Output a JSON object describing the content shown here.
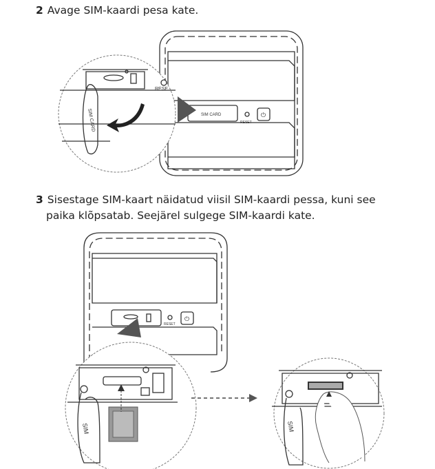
{
  "steps": [
    {
      "number": "2",
      "text": "Avage SIM-kaardi pesa kate."
    },
    {
      "number": "3",
      "line1": "Sisestage SIM-kaart näidatud viisil SIM-kaardi pessa, kuni see",
      "line2": "paika klõpsatab. Seejärel sulgege SIM-kaardi kate."
    }
  ],
  "illustration_labels": {
    "sim_card": "SIM CARD",
    "reset": "RESET",
    "reset_partial": "RESE",
    "sim": "SIM",
    "power_symbol": "⏻"
  }
}
